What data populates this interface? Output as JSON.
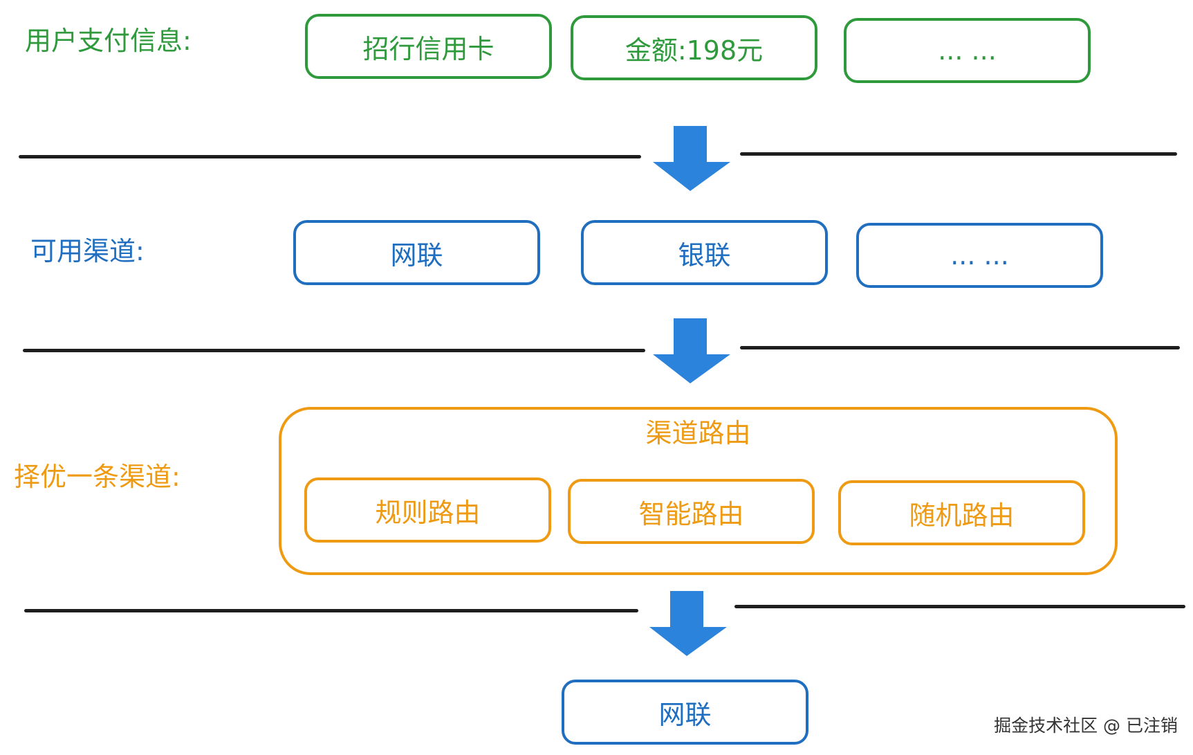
{
  "colors": {
    "green": "#2f9a3c",
    "blue": "#1f6ec0",
    "orange": "#ee9a12",
    "arrow": "#2b83dc",
    "divider": "#1e1e1e"
  },
  "rows": {
    "payment": {
      "label": "用户支付信息:",
      "boxes": [
        "招行信用卡",
        "金额:198元",
        "... ..."
      ]
    },
    "channels": {
      "label": "可用渠道:",
      "boxes": [
        "网联",
        "银联",
        "... ..."
      ]
    },
    "routing": {
      "label": "择优一条渠道:",
      "container_title": "渠道路由",
      "boxes": [
        "规则路由",
        "智能路由",
        "随机路由"
      ]
    },
    "result": {
      "box": "网联"
    }
  },
  "watermark": "掘金技术社区 @ 已注销"
}
